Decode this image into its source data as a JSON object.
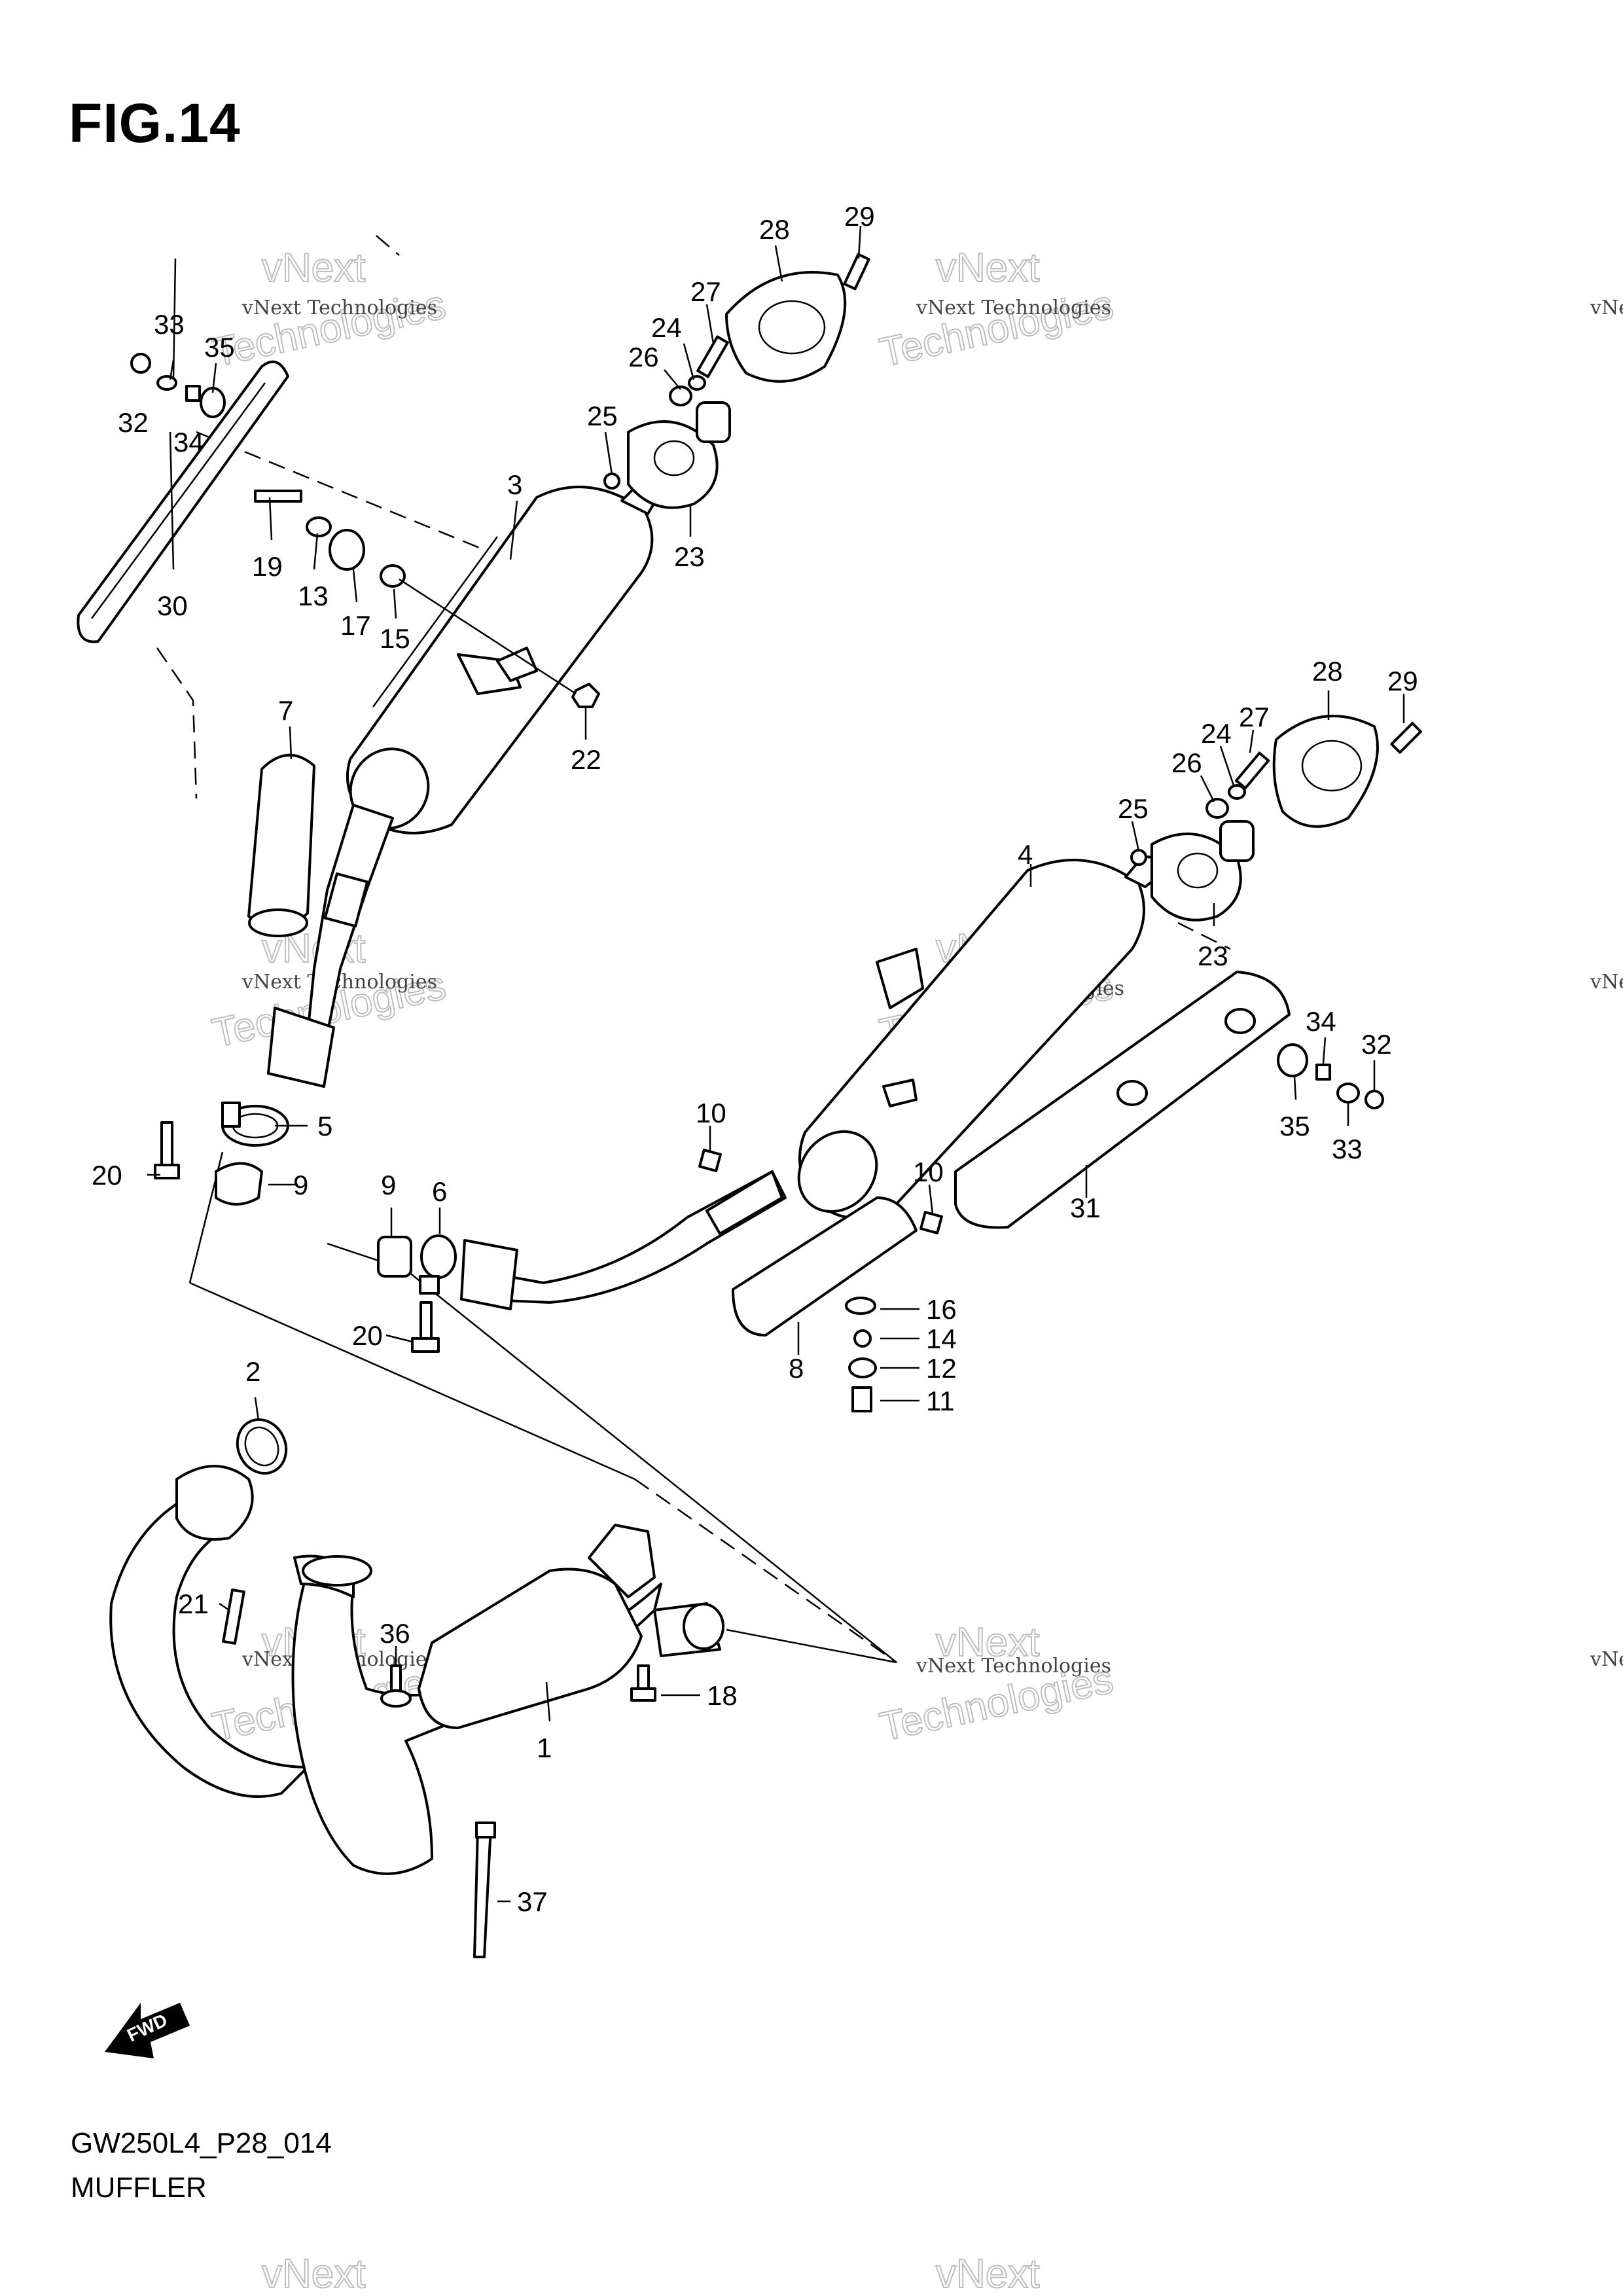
{
  "figure": {
    "title": "FIG.14",
    "code": "GW250L4_P28_014",
    "caption": "MUFFLER"
  },
  "watermark": {
    "company": "vNext Technologies",
    "logo_word_1": "vNext",
    "logo_word_2": "Technologies"
  },
  "callouts": [
    "1",
    "2",
    "3",
    "4",
    "5",
    "6",
    "7",
    "8",
    "9",
    "10",
    "11",
    "12",
    "13",
    "14",
    "15",
    "16",
    "17",
    "18",
    "19",
    "20",
    "21",
    "22",
    "23",
    "24",
    "25",
    "26",
    "27",
    "28",
    "29",
    "30",
    "31",
    "32",
    "33",
    "34",
    "35",
    "36",
    "37"
  ],
  "fwd_badge": "FWD",
  "colors": {
    "ink": "#000000",
    "watermark": "#bdbdbd",
    "background": "#ffffff"
  }
}
